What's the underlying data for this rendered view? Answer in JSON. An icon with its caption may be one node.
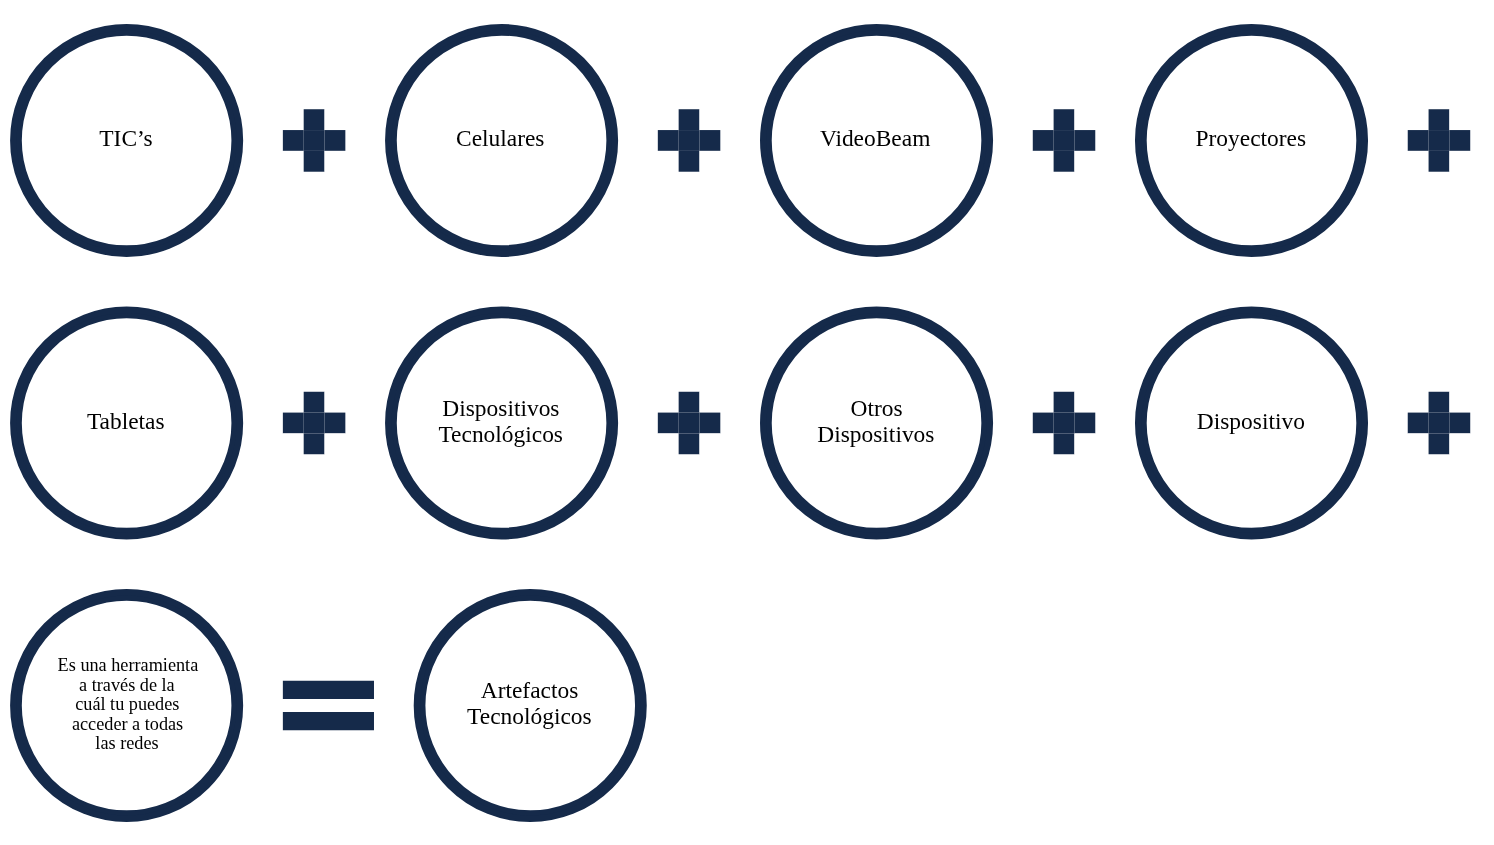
{
  "diagram": {
    "nodes": [
      {
        "text": [
          "TIC’s"
        ]
      },
      {
        "text": [],
        "shape": "plus"
      },
      {
        "text": [
          "Celulares"
        ]
      },
      {
        "text": [],
        "shape": "plus"
      },
      {
        "text": [
          "VideoBeam"
        ]
      },
      {
        "text": [],
        "shape": "plus"
      },
      {
        "text": [
          "Proyectores"
        ]
      },
      {
        "text": [],
        "shape": "plus"
      },
      {
        "text": [
          "Tabletas"
        ]
      },
      {
        "text": [],
        "shape": "plus"
      },
      {
        "text": [
          "Dispositivos Tecnológicos"
        ]
      },
      {
        "text": [],
        "shape": "plus"
      },
      {
        "text": [
          "Otros Dispositivos"
        ]
      },
      {
        "text": [],
        "shape": "plus"
      },
      {
        "text": [
          "Dispositivo"
        ]
      },
      {
        "text": [],
        "shape": "plus"
      },
      {
        "text": [
          "Es una herramienta a través de la cuál tu puedes acceder a todas las redes"
        ]
      },
      {
        "text": [],
        "shape": "equals"
      },
      {
        "text": [
          "Artefactos Tecnológicos"
        ]
      }
    ],
    "edges": []
  }
}
